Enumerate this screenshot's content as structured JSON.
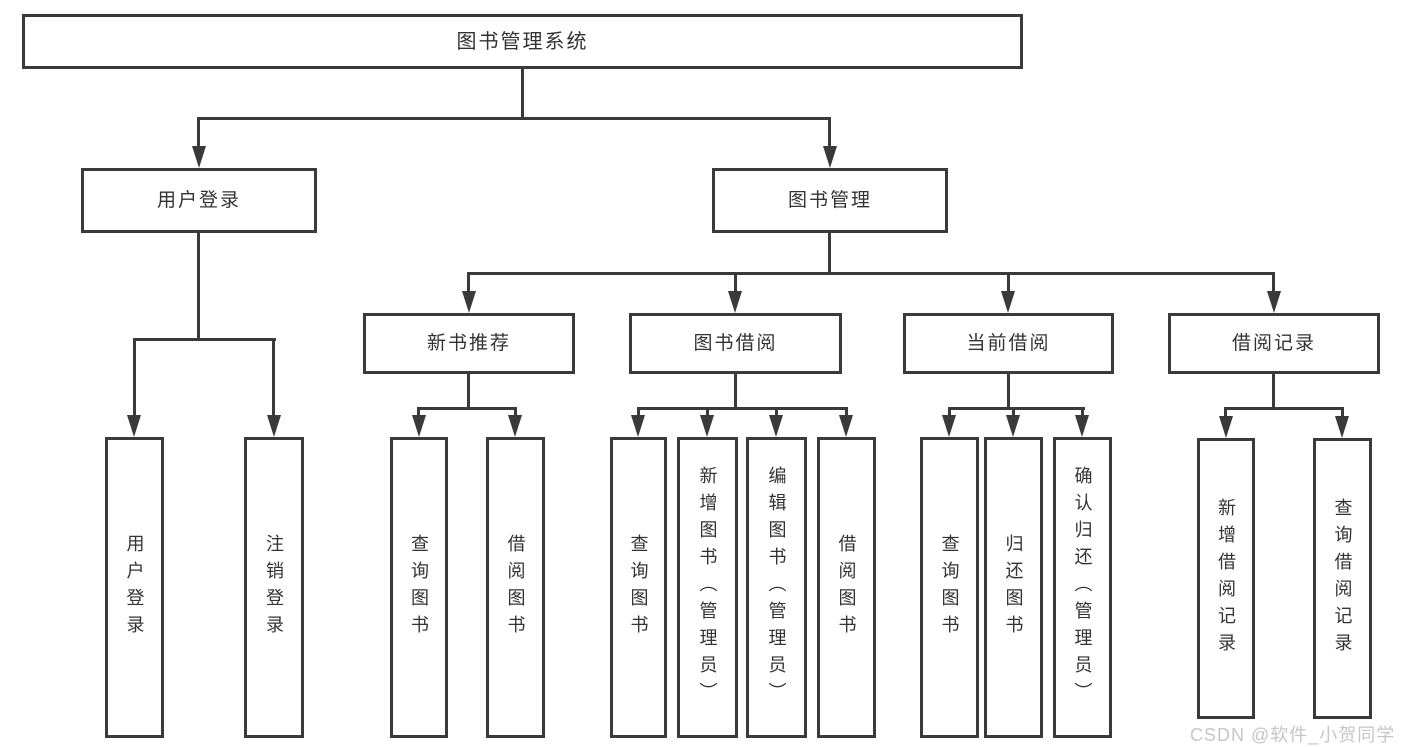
{
  "diagram_type": "functional-structure-tree",
  "tree": {
    "label": "图书管理系统",
    "children": [
      {
        "label": "用户登录",
        "children": [
          {
            "label": "用户登录"
          },
          {
            "label": "注销登录"
          }
        ]
      },
      {
        "label": "图书管理",
        "children": [
          {
            "label": "新书推荐",
            "children": [
              {
                "label": "查询图书"
              },
              {
                "label": "借阅图书"
              }
            ]
          },
          {
            "label": "图书借阅",
            "children": [
              {
                "label": "查询图书"
              },
              {
                "label": "新增图书（管理员）"
              },
              {
                "label": "编辑图书（管理员）"
              },
              {
                "label": "借阅图书"
              }
            ]
          },
          {
            "label": "当前借阅",
            "children": [
              {
                "label": "查询图书"
              },
              {
                "label": "归还图书"
              },
              {
                "label": "确认归还（管理员）"
              }
            ]
          },
          {
            "label": "借阅记录",
            "children": [
              {
                "label": "新增借阅记录"
              },
              {
                "label": "查询借阅记录"
              }
            ]
          }
        ]
      }
    ]
  },
  "watermark": {
    "text": "CSDN @软件_小贺同学"
  },
  "colors": {
    "line": "#3a3a3a",
    "border": "#3a3a3a",
    "text": "#333333",
    "background": "#ffffff",
    "watermark": "#c6c6c6"
  }
}
